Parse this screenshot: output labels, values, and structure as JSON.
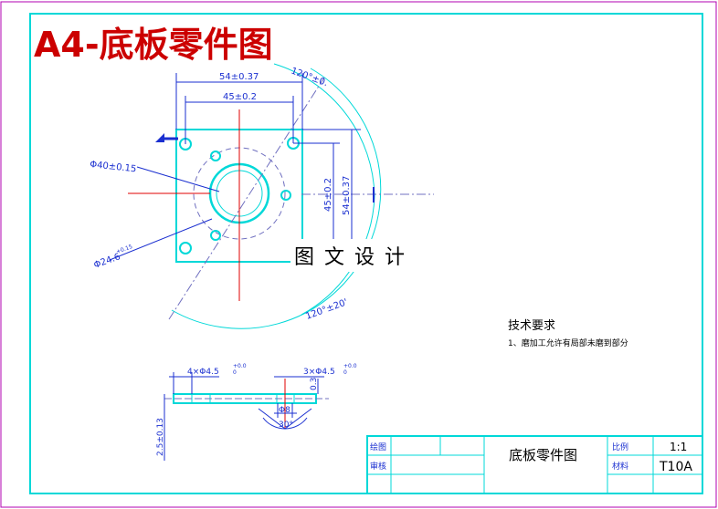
{
  "title": "A4-底板零件图",
  "dimensions": {
    "outer_width": "54±0.37",
    "inner_width": "45±0.2",
    "outer_height": "54±0.37",
    "inner_height": "45±0.2",
    "angle_top": "120°±0.",
    "angle_bottom": "120°±20'",
    "bore_dia": "Φ40±0.15",
    "pcd_dia": "Φ24.6",
    "pcd_tol": "+0.15",
    "holes_left": "4×Φ4.5",
    "holes_right": "3×Φ4.5",
    "hole_tol_upper": "+0.0",
    "hole_tol_lower": "0",
    "thickness_small": "0.3",
    "thickness": "2.5±0.13",
    "slot_dia": "Φ8",
    "slot_angle": "30°"
  },
  "watermark": "图 文 设 计",
  "notes": {
    "heading": "技术要求",
    "item1": "1、磨加工允许有局部未磨到部分"
  },
  "title_block": {
    "designer": "绘图",
    "reviewer": "审核",
    "drawing_name": "底板零件图",
    "scale_label": "比例",
    "scale_value": "1:1",
    "material_label": "材料",
    "material_value": "T10A"
  },
  "colors": {
    "frame": "#00d8d8",
    "dimension": "#1a2fd0",
    "centerline": "#e00000",
    "title": "#cc0000",
    "text": "#000000"
  }
}
